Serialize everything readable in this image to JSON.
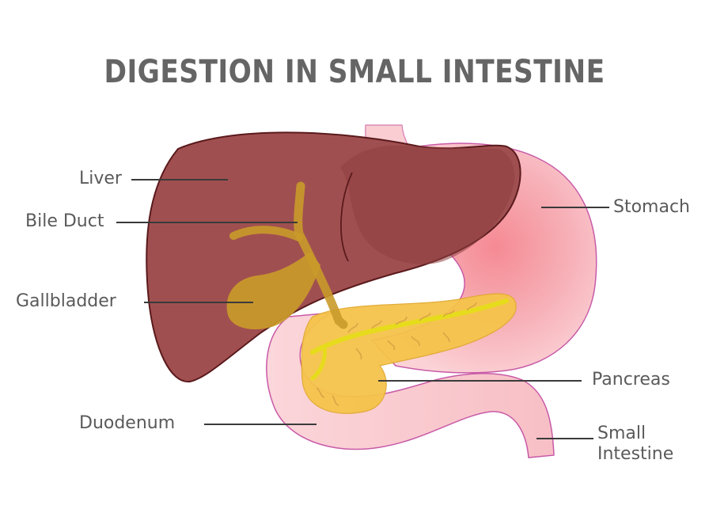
{
  "title": "DIGESTION IN SMALL INTESTINE",
  "labels": {
    "liver": "Liver",
    "bile_duct": "Bile Duct",
    "gallbladder": "Gallbladder",
    "duodenum": "Duodenum",
    "stomach": "Stomach",
    "pancreas": "Pancreas",
    "small_intestine_line1": "Small",
    "small_intestine_line2": "Intestine"
  },
  "colors": {
    "title": "#656565",
    "label_text": "#5a5a5a",
    "leader_line": "#3a3a3a",
    "liver": "#a04f50",
    "liver_outline": "#5a1a1c",
    "gallbladder": "#c99a2a",
    "stomach": "#f6b6bd",
    "stomach_outline": "#c85aa8",
    "pancreas": "#f5c44a",
    "pancreatic_duct": "#e6dc1c"
  }
}
